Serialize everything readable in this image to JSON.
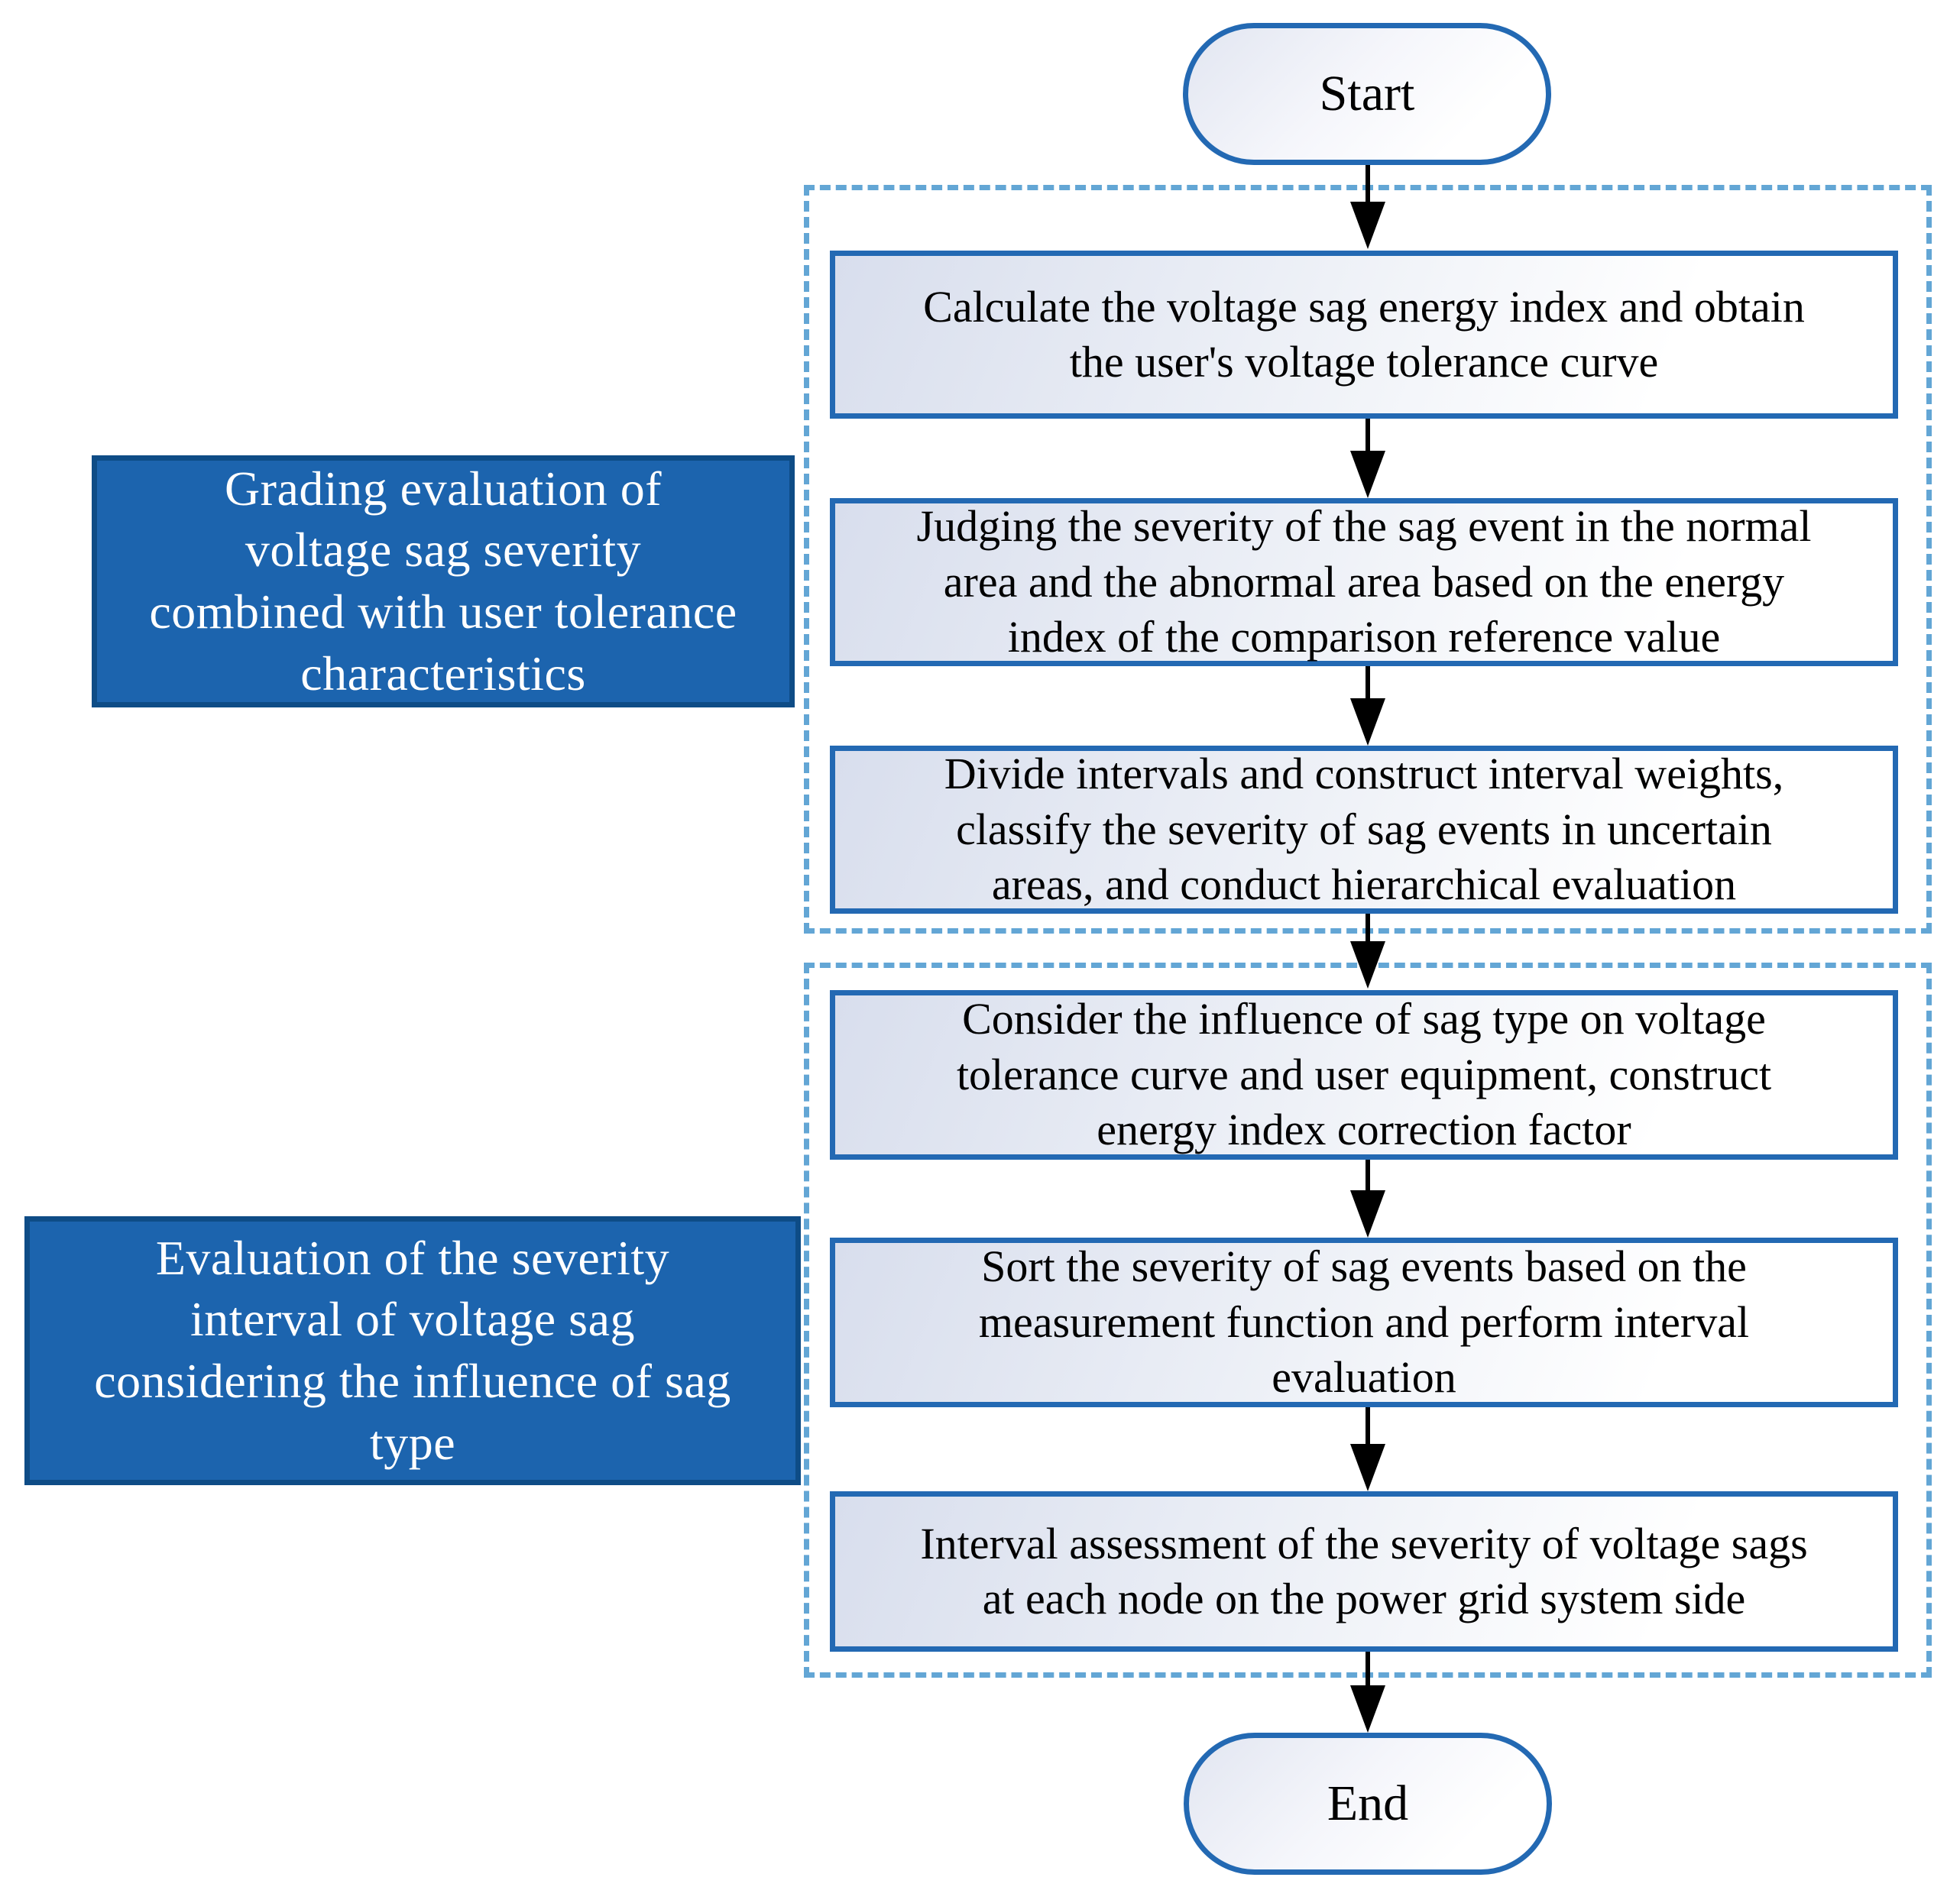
{
  "terminals": {
    "start": "Start",
    "end": "End"
  },
  "stages": [
    {
      "label": "Grading evaluation of\nvoltage sag severity\ncombined with user tolerance\ncharacteristics",
      "steps": [
        "Calculate the voltage sag energy index and obtain\nthe user's voltage tolerance curve",
        "Judging the severity of the sag event in the normal\narea and the abnormal area based on the energy\nindex of the comparison reference value",
        "Divide intervals and construct interval weights,\nclassify the severity of sag events in uncertain\nareas, and conduct hierarchical evaluation"
      ]
    },
    {
      "label": "Evaluation of the severity\ninterval of voltage sag\nconsidering the influence of sag\ntype",
      "steps": [
        "Consider the influence of sag type on voltage\ntolerance curve and user equipment, construct\nenergy index correction factor",
        "Sort the severity of sag events based on the\nmeasurement function and perform interval\nevaluation",
        "Interval assessment of the severity of voltage sags\nat each node on the power grid system side"
      ]
    }
  ],
  "colors": {
    "box_border": "#2369b3",
    "box_fill_light": "#d8deed",
    "label_fill": "#1c64ae",
    "label_border": "#0e4c86",
    "label_text": "#ffffff",
    "step_text": "#000000",
    "dash": "#63a6d5",
    "arrow": "#000000"
  }
}
